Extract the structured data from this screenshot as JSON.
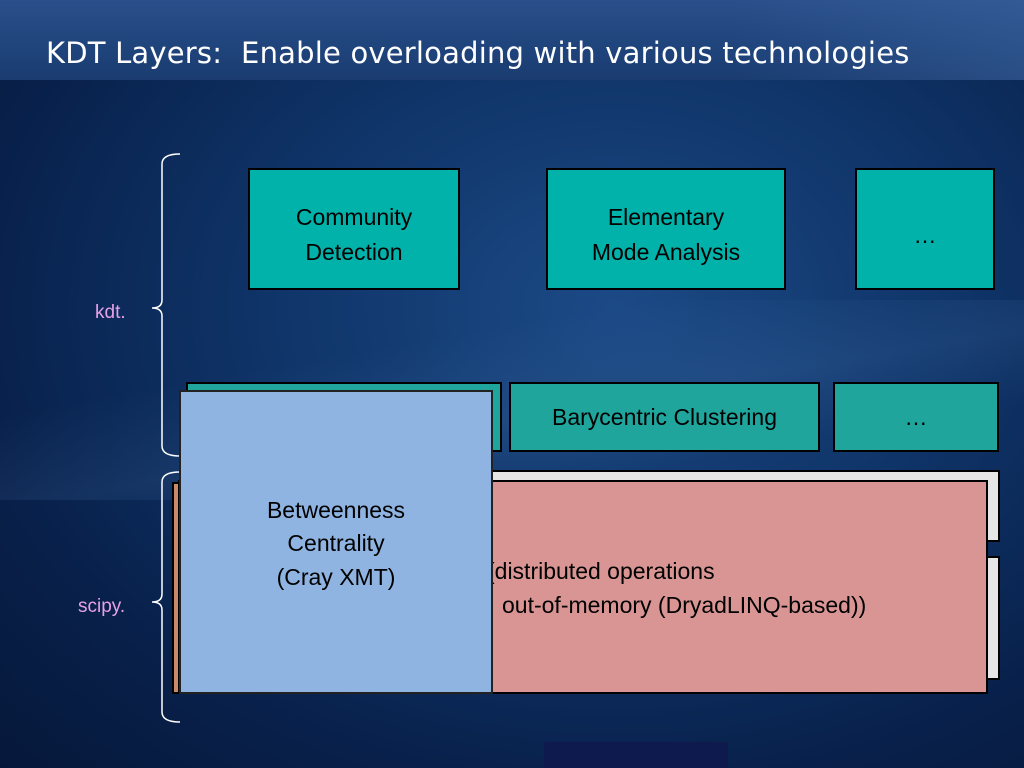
{
  "title": "KDT Layers:  Enable overloading with various technologies",
  "side_labels": {
    "top": "kdt.",
    "bottom": "scipy."
  },
  "top_row": [
    {
      "line1": "Community",
      "line2": "Detection"
    },
    {
      "line1": "Elementary",
      "line2": "Mode Analysis"
    },
    {
      "line1": "…",
      "line2": ""
    }
  ],
  "middle_row": [
    {
      "label": "Barycentric Clustering"
    },
    {
      "label": "…"
    }
  ],
  "lower_box": {
    "line1": "(distributed operations",
    "line2": "out-of-memory (DryadLINQ-based))"
  },
  "overlay_box": {
    "line1": "Betweenness",
    "line2": "Centrality",
    "line3": "(Cray XMT)"
  },
  "colors": {
    "teal": "#00b2aa",
    "teal_dark": "#1fa59c",
    "pink": "#d99594",
    "blue": "#8fb4e2",
    "label": "#e6a0e6"
  }
}
